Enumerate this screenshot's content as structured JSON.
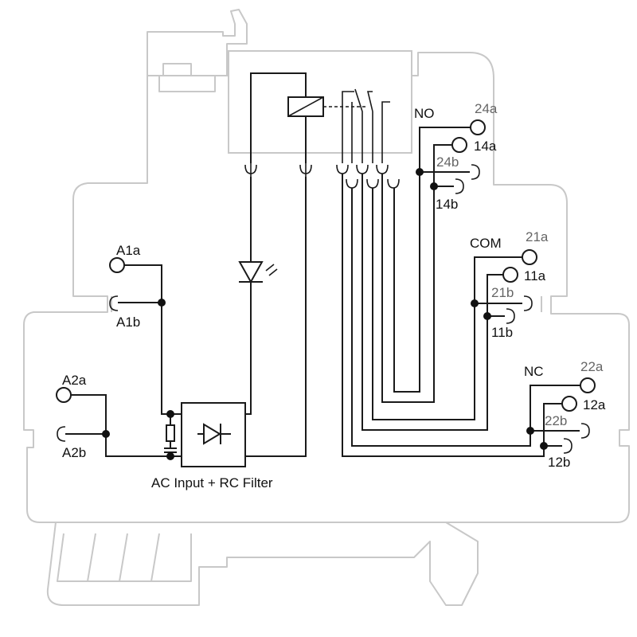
{
  "labels": {
    "A1a": "A1a",
    "A1b": "A1b",
    "A2a": "A2a",
    "A2b": "A2b",
    "NO": "NO",
    "COM": "COM",
    "NC": "NC",
    "t24a": "24a",
    "t14a": "14a",
    "t24b": "24b",
    "t14b": "14b",
    "t21a": "21a",
    "t11a": "11a",
    "t21b": "21b",
    "t11b": "11b",
    "t22a": "22a",
    "t12a": "12a",
    "t22b": "22b",
    "t12b": "12b",
    "caption": "AC Input + RC Filter"
  },
  "colors": {
    "wire": "#1a1a1a",
    "housing_outline": "#c8c8c8",
    "secondary_label": "#666666"
  }
}
